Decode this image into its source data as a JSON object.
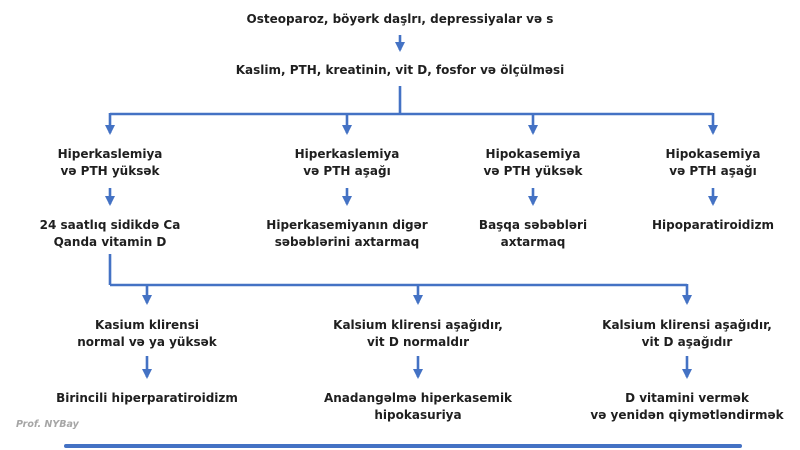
{
  "flowchart": {
    "node_symptoms": "Osteoparoz, böyərk daşlrı, depressiyalar və s",
    "node_tests": "Kaslim, PTH, kreatinin, vit D, fosfor və ölçülməsi",
    "level1": [
      {
        "condition": "Hiperkaslemiya\nvə PTH yüksək",
        "result": "24 saatlıq sidikdə Ca\nQanda vitamin D"
      },
      {
        "condition": "Hiperkaslemiya\nvə PTH aşağı",
        "result": "Hiperkasemiyanın digər\nsəbəblərini axtarmaq"
      },
      {
        "condition": "Hipokasemiya\nvə PTH yüksək",
        "result": "Başqa səbəbləri\naxtarmaq"
      },
      {
        "condition": "Hipokasemiya\nvə PTH aşağı",
        "result": "Hipoparatiroidizm"
      }
    ],
    "level2": [
      {
        "condition": "Kasium klirensi\nnormal və ya yüksək",
        "result": "Birincili hiperparatiroidizm"
      },
      {
        "condition": "Kalsium klirensi aşağıdır,\nvit D normaldır",
        "result": "Anadangəlmə hiperkasemik\nhipokasuriya"
      },
      {
        "condition": "Kalsium klirensi aşağıdır,\nvit D aşağıdır",
        "result": "D vitamini vermək\nvə yenidən qiymətləndirmək"
      }
    ],
    "credit": "Prof. NYBay",
    "colors": {
      "arrow": "#4472C4",
      "text": "#1f1f1f",
      "credit": "#a6a6a6"
    }
  }
}
